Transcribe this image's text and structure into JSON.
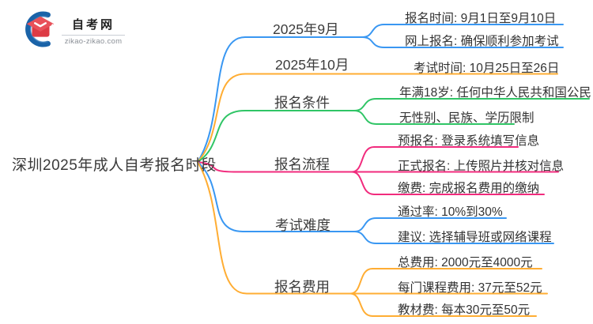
{
  "logo": {
    "site_name": "自考网",
    "site_url": "zikao-zikao.com"
  },
  "colors": {
    "blue": "#3997F2",
    "orange": "#FFAD33",
    "green": "#30C566",
    "pink": "#F12B7D",
    "text_dark": "#333333",
    "logo_red": "#E64A4F",
    "logo_blue": "#1A63A8"
  },
  "mindmap": {
    "root": "深圳2025年成人自考报名时段",
    "branches": [
      {
        "label": "2025年9月",
        "color": "blue",
        "children": [
          "报名时间: 9月1日至9月10日",
          "网上报名: 确保顺利参加考试"
        ]
      },
      {
        "label": "2025年10月",
        "color": "orange",
        "children": [
          "考试时间: 10月25日至26日"
        ]
      },
      {
        "label": "报名条件",
        "color": "green",
        "children": [
          "年满18岁: 任何中华人民共和国公民",
          "无性别、民族、学历限制"
        ]
      },
      {
        "label": "报名流程",
        "color": "pink",
        "children": [
          "预报名: 登录系统填写信息",
          "正式报名: 上传照片并核对信息",
          "缴费: 完成报名费用的缴纳"
        ]
      },
      {
        "label": "考试难度",
        "color": "blue",
        "children": [
          "通过率: 10%到30%",
          "建议: 选择辅导班或网络课程"
        ]
      },
      {
        "label": "报名费用",
        "color": "orange",
        "children": [
          "总费用: 2000元至4000元",
          "每门课程费用: 37元至52元",
          "教材费: 每本30元至50元"
        ]
      }
    ]
  }
}
